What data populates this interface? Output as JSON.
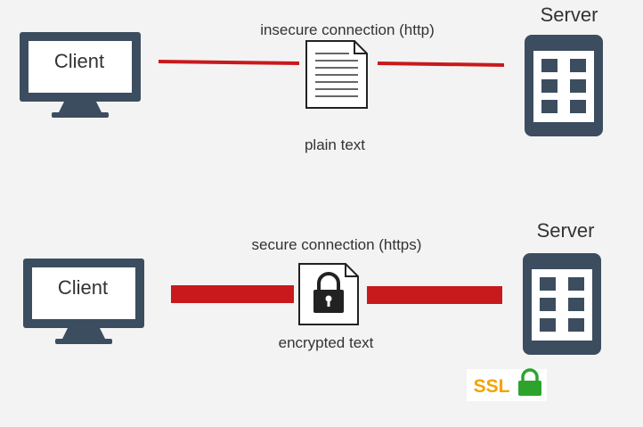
{
  "top": {
    "client_label": "Client",
    "server_label": "Server",
    "connection_label": "insecure connection (http)",
    "payload_label": "plain text"
  },
  "bottom": {
    "client_label": "Client",
    "server_label": "Server",
    "connection_label": "secure connection (https)",
    "payload_label": "encrypted text",
    "ssl_label": "SSL"
  },
  "colors": {
    "background": "#f3f3f3",
    "device_frame": "#3c4d60",
    "device_screen": "#ffffff",
    "connection_line": "#c8191c",
    "ssl_text": "#f2a400",
    "ssl_lock": "#2ca42c"
  },
  "icons": {
    "client": "monitor-icon",
    "server": "server-icon",
    "payload_insecure": "document-icon",
    "payload_secure": "locked-document-icon",
    "ssl": "lock-icon"
  }
}
